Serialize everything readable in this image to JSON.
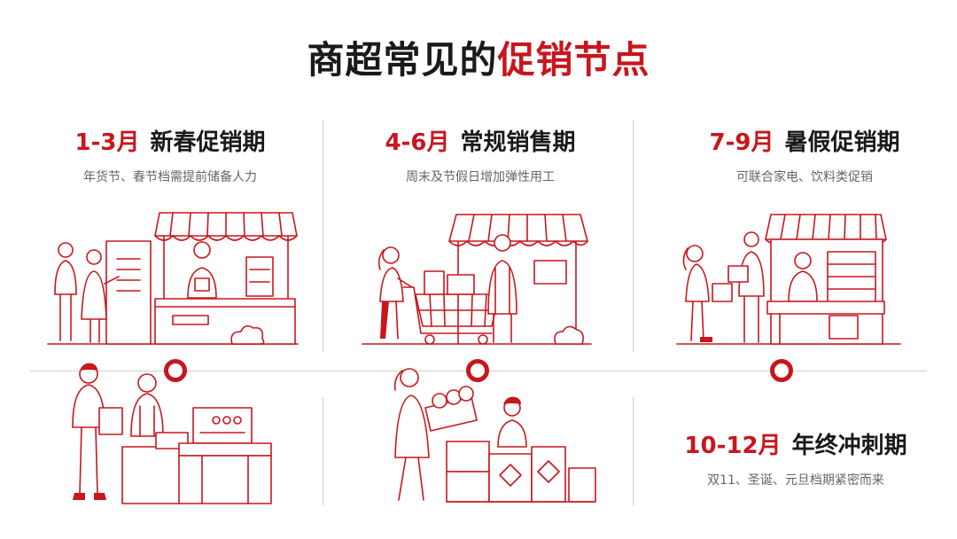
{
  "page_title": {
    "main": "商超常见的",
    "accent": "促销节点"
  },
  "periods": [
    {
      "month": "1-3月",
      "name": "新春促销期",
      "desc": "年货节、春节档需提前储备人力"
    },
    {
      "month": "4-6月",
      "name": "常规销售期",
      "desc": "周末及节假日增加弹性用工"
    },
    {
      "month": "7-9月",
      "name": "暑假促销期",
      "desc": "可联合家电、饮料类促销"
    },
    {
      "month": "10-12月",
      "name": "年终冲刺期",
      "desc": "双11、圣诞、元旦档期紧密而来"
    }
  ],
  "colors": {
    "accent": "#c8161d",
    "text": "#1a1a1a",
    "muted": "#666666",
    "divider": "#cfcfcf"
  }
}
